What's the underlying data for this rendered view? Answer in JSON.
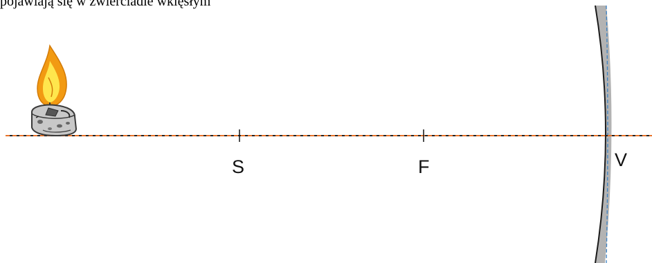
{
  "caption": "pojawiają się w zwierciadle wklęsłym",
  "labels": {
    "S": "S",
    "F": "F",
    "V": "V"
  },
  "colors": {
    "axis_dash_black": "#222222",
    "axis_dash_orange": "#e8732a",
    "mirror_fill": "#b3b3b3",
    "mirror_edge": "#1a1a1a",
    "mirror_inner": "#3b82c4",
    "flame_outer": "#f29a12",
    "flame_inner": "#ffe64d",
    "candle_body": "#c8c8c8"
  },
  "icons": [
    "candle-icon",
    "flame-icon"
  ]
}
